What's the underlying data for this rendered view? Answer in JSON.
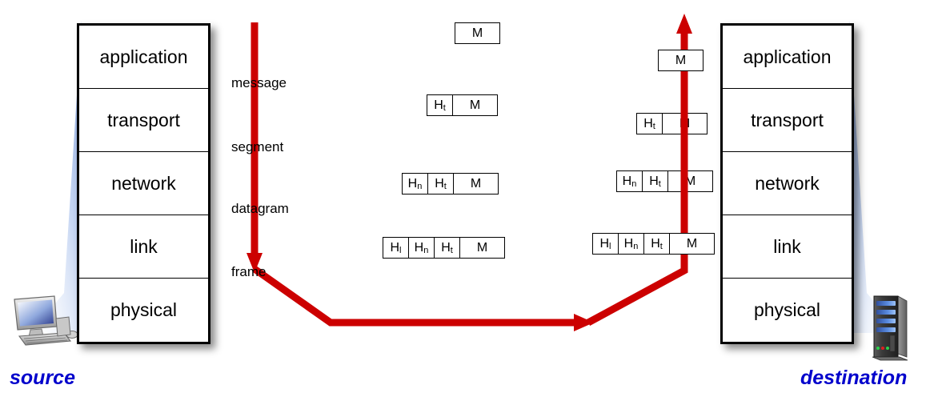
{
  "diagram": {
    "title": "encapsulation",
    "accent_color": "#cc0000",
    "caption_color": "#0000cc"
  },
  "source_stack": {
    "name": "source-protocol-stack",
    "layers": [
      {
        "label": "application"
      },
      {
        "label": "transport"
      },
      {
        "label": "network"
      },
      {
        "label": "link"
      },
      {
        "label": "physical"
      }
    ]
  },
  "destination_stack": {
    "name": "destination-protocol-stack",
    "layers": [
      {
        "label": "application"
      },
      {
        "label": "transport"
      },
      {
        "label": "network"
      },
      {
        "label": "link"
      },
      {
        "label": "physical"
      }
    ]
  },
  "endpoints": {
    "source_label": "source",
    "destination_label": "destination",
    "source_icon": "desktop-computer-icon",
    "destination_icon": "server-tower-icon"
  },
  "pdu_labels": {
    "message": "message",
    "segment": "segment",
    "datagram": "datagram",
    "frame": "frame"
  },
  "pdus": {
    "message": {
      "name": "message-pdu",
      "cells": [
        {
          "text": "M",
          "sub": "",
          "type": "data"
        }
      ]
    },
    "segment": {
      "name": "segment-pdu",
      "cells": [
        {
          "text": "H",
          "sub": "t",
          "type": "hdr"
        },
        {
          "text": "M",
          "sub": "",
          "type": "data"
        }
      ]
    },
    "datagram": {
      "name": "datagram-pdu",
      "cells": [
        {
          "text": "H",
          "sub": "n",
          "type": "hdr"
        },
        {
          "text": "H",
          "sub": "t",
          "type": "hdr"
        },
        {
          "text": "M",
          "sub": "",
          "type": "data"
        }
      ]
    },
    "frame": {
      "name": "frame-pdu",
      "cells": [
        {
          "text": "H",
          "sub": "l",
          "type": "hdr"
        },
        {
          "text": "H",
          "sub": "n",
          "type": "hdr"
        },
        {
          "text": "H",
          "sub": "t",
          "type": "hdr"
        },
        {
          "text": "M",
          "sub": "",
          "type": "data"
        }
      ]
    }
  },
  "flow": {
    "name": "encapsulation-flow-arrow",
    "down_arrow_head": "arrow-down",
    "across_arrow_head": "arrow-right",
    "up_arrow_head": "arrow-up"
  }
}
